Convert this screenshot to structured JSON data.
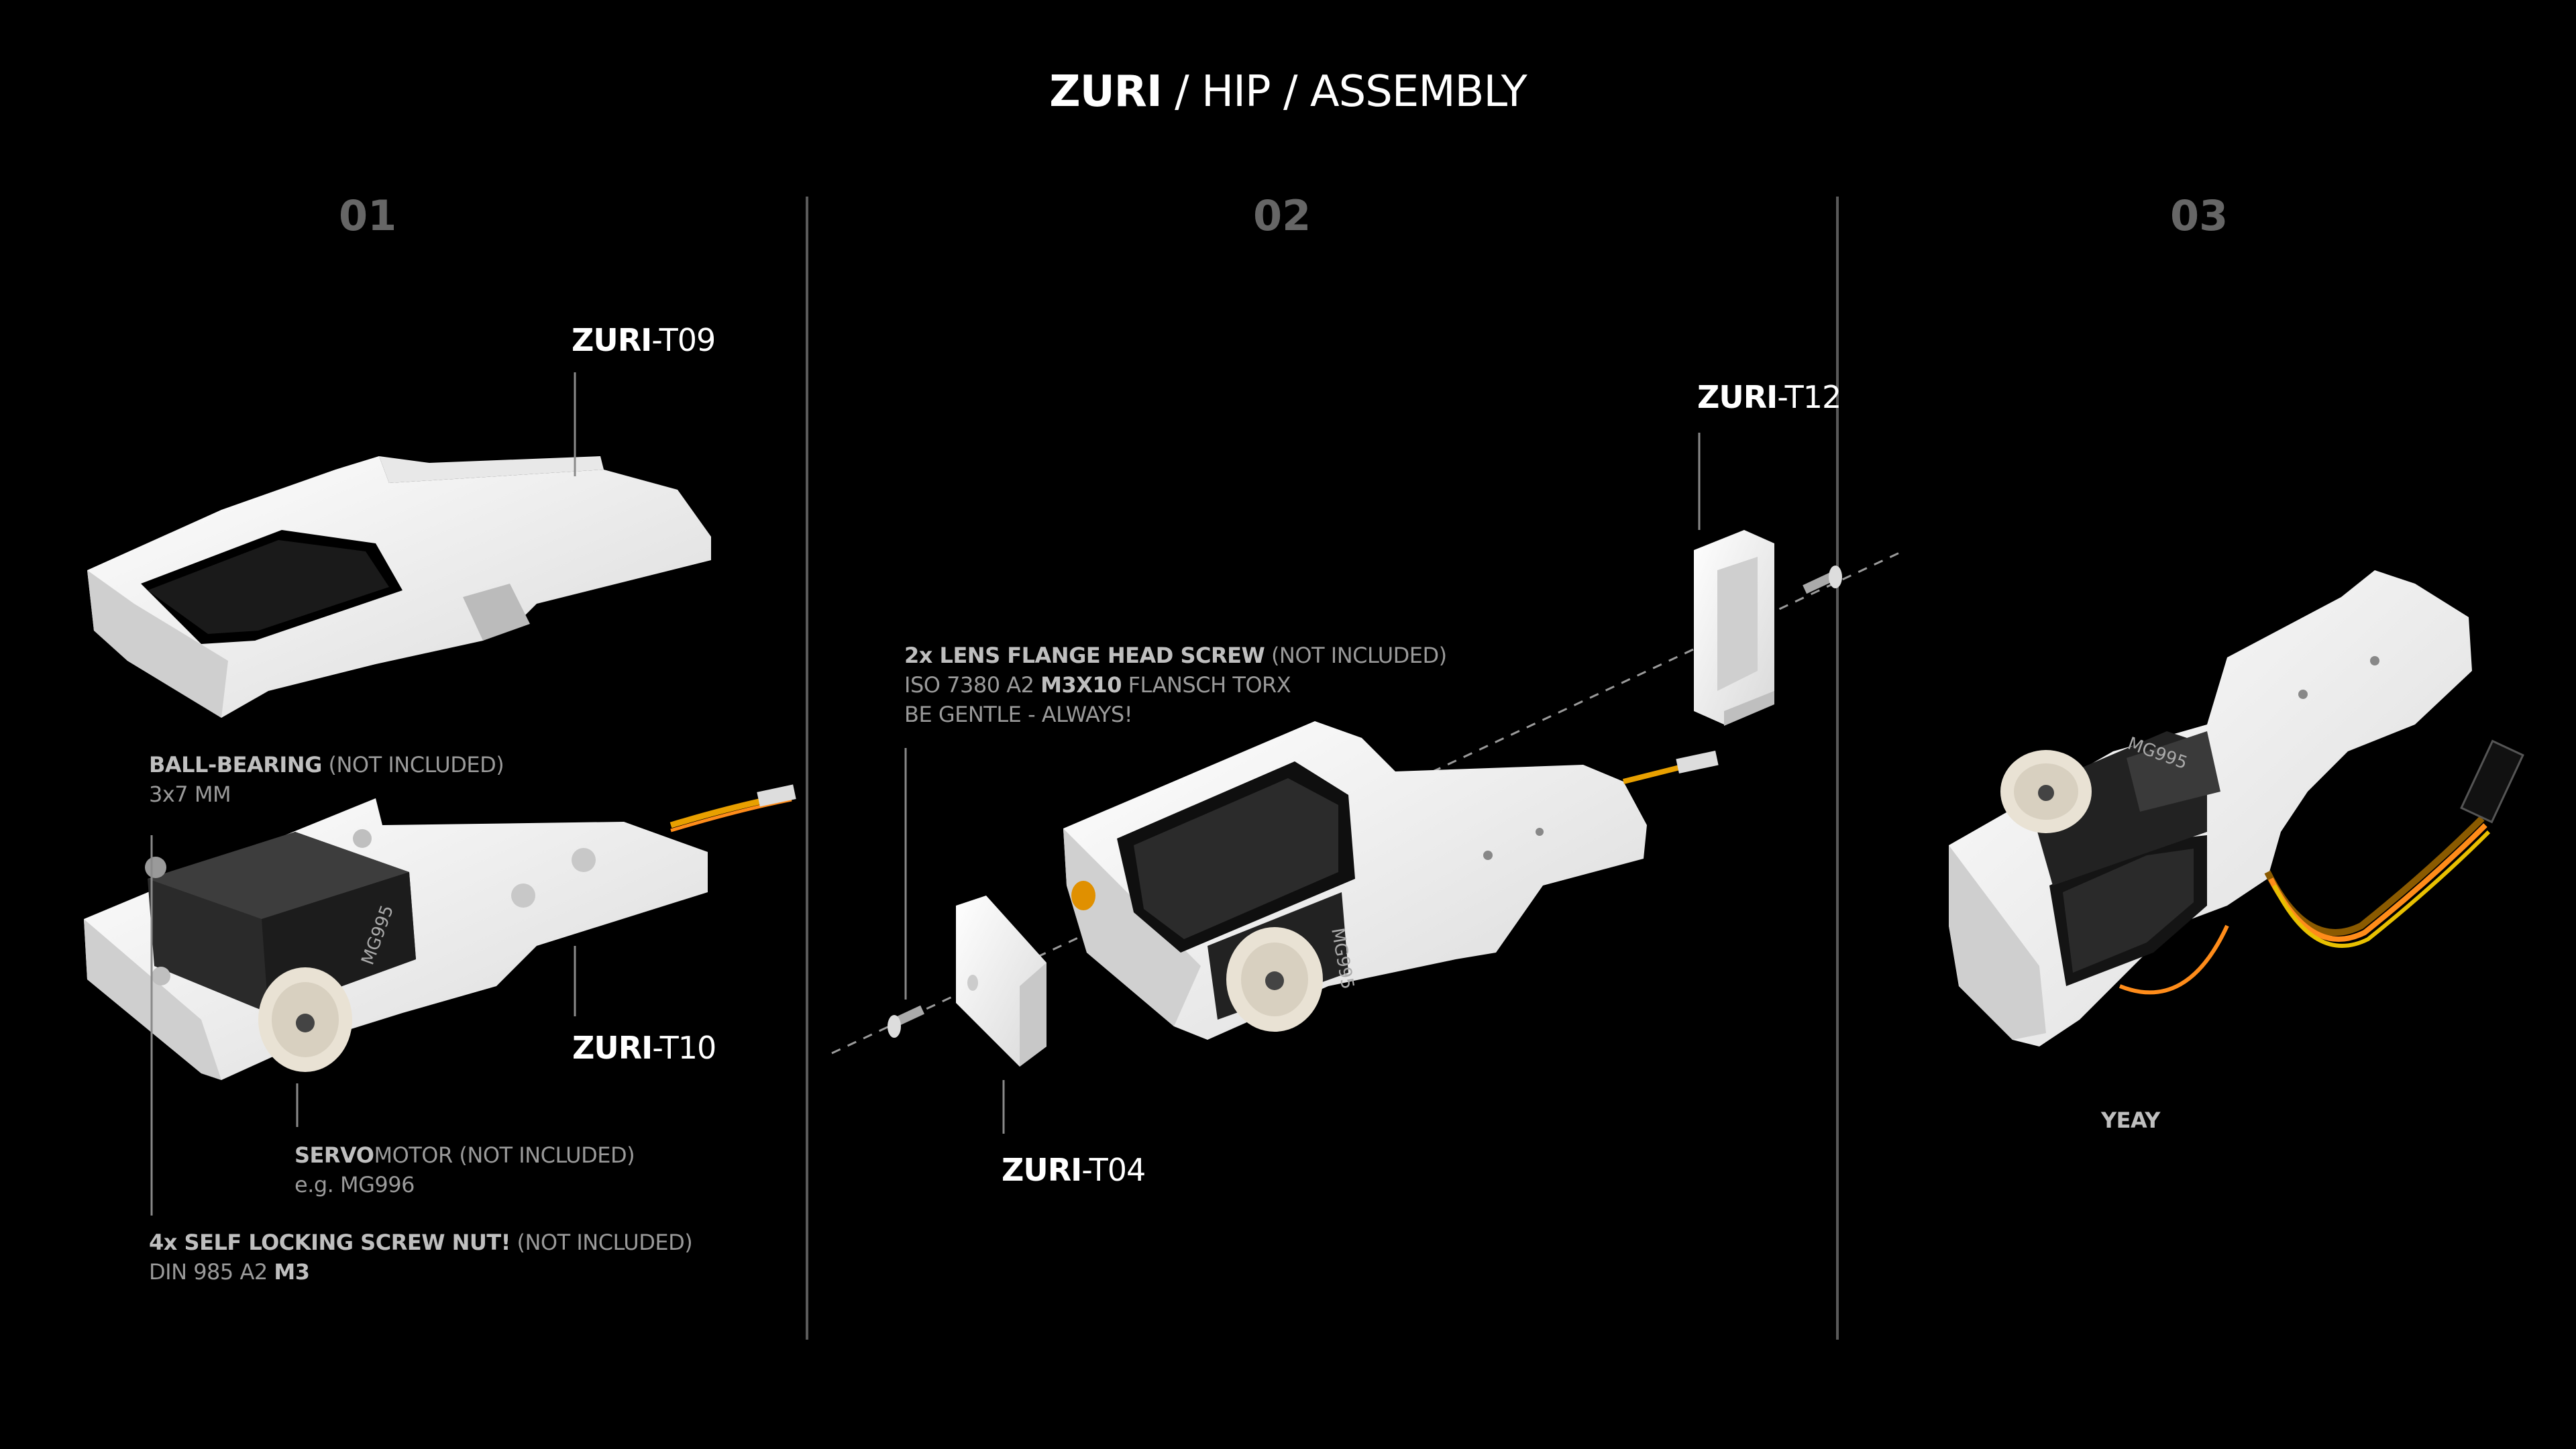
{
  "header": {
    "title_bold": "ZURI",
    "title_rest": " / HIP / ASSEMBLY"
  },
  "steps": [
    "01",
    "02",
    "03"
  ],
  "parts": {
    "t09": {
      "bold": "ZURI",
      "code": "-T09"
    },
    "t10": {
      "bold": "ZURI",
      "code": "-T10"
    },
    "t12": {
      "bold": "ZURI",
      "code": "-T12"
    },
    "t04": {
      "bold": "ZURI",
      "code": "-T04"
    }
  },
  "notes": {
    "ball_bearing": {
      "bold": "BALL-BEARING",
      "rest": " (NOT INCLUDED)",
      "line2": "3x7 MM"
    },
    "servo": {
      "bold": "SERVO",
      "rest": "MOTOR (NOT INCLUDED)",
      "line2": "e.g. MG996"
    },
    "nut": {
      "bold": "4x SELF LOCKING SCREW NUT!",
      "rest": " (NOT INCLUDED)",
      "line2_pre": "DIN 985 A2 ",
      "line2_bold": "M3"
    },
    "screw": {
      "bold": "2x LENS FLANGE HEAD SCREW",
      "rest": " (NOT INCLUDED)",
      "line2_pre": "ISO 7380 A2 ",
      "line2_bold": "M3X10",
      "line2_post": " FLANSCH TORX",
      "line3": "BE GENTLE - ALWAYS!"
    },
    "yeay": "YEAY"
  },
  "servo_model": "MG995"
}
